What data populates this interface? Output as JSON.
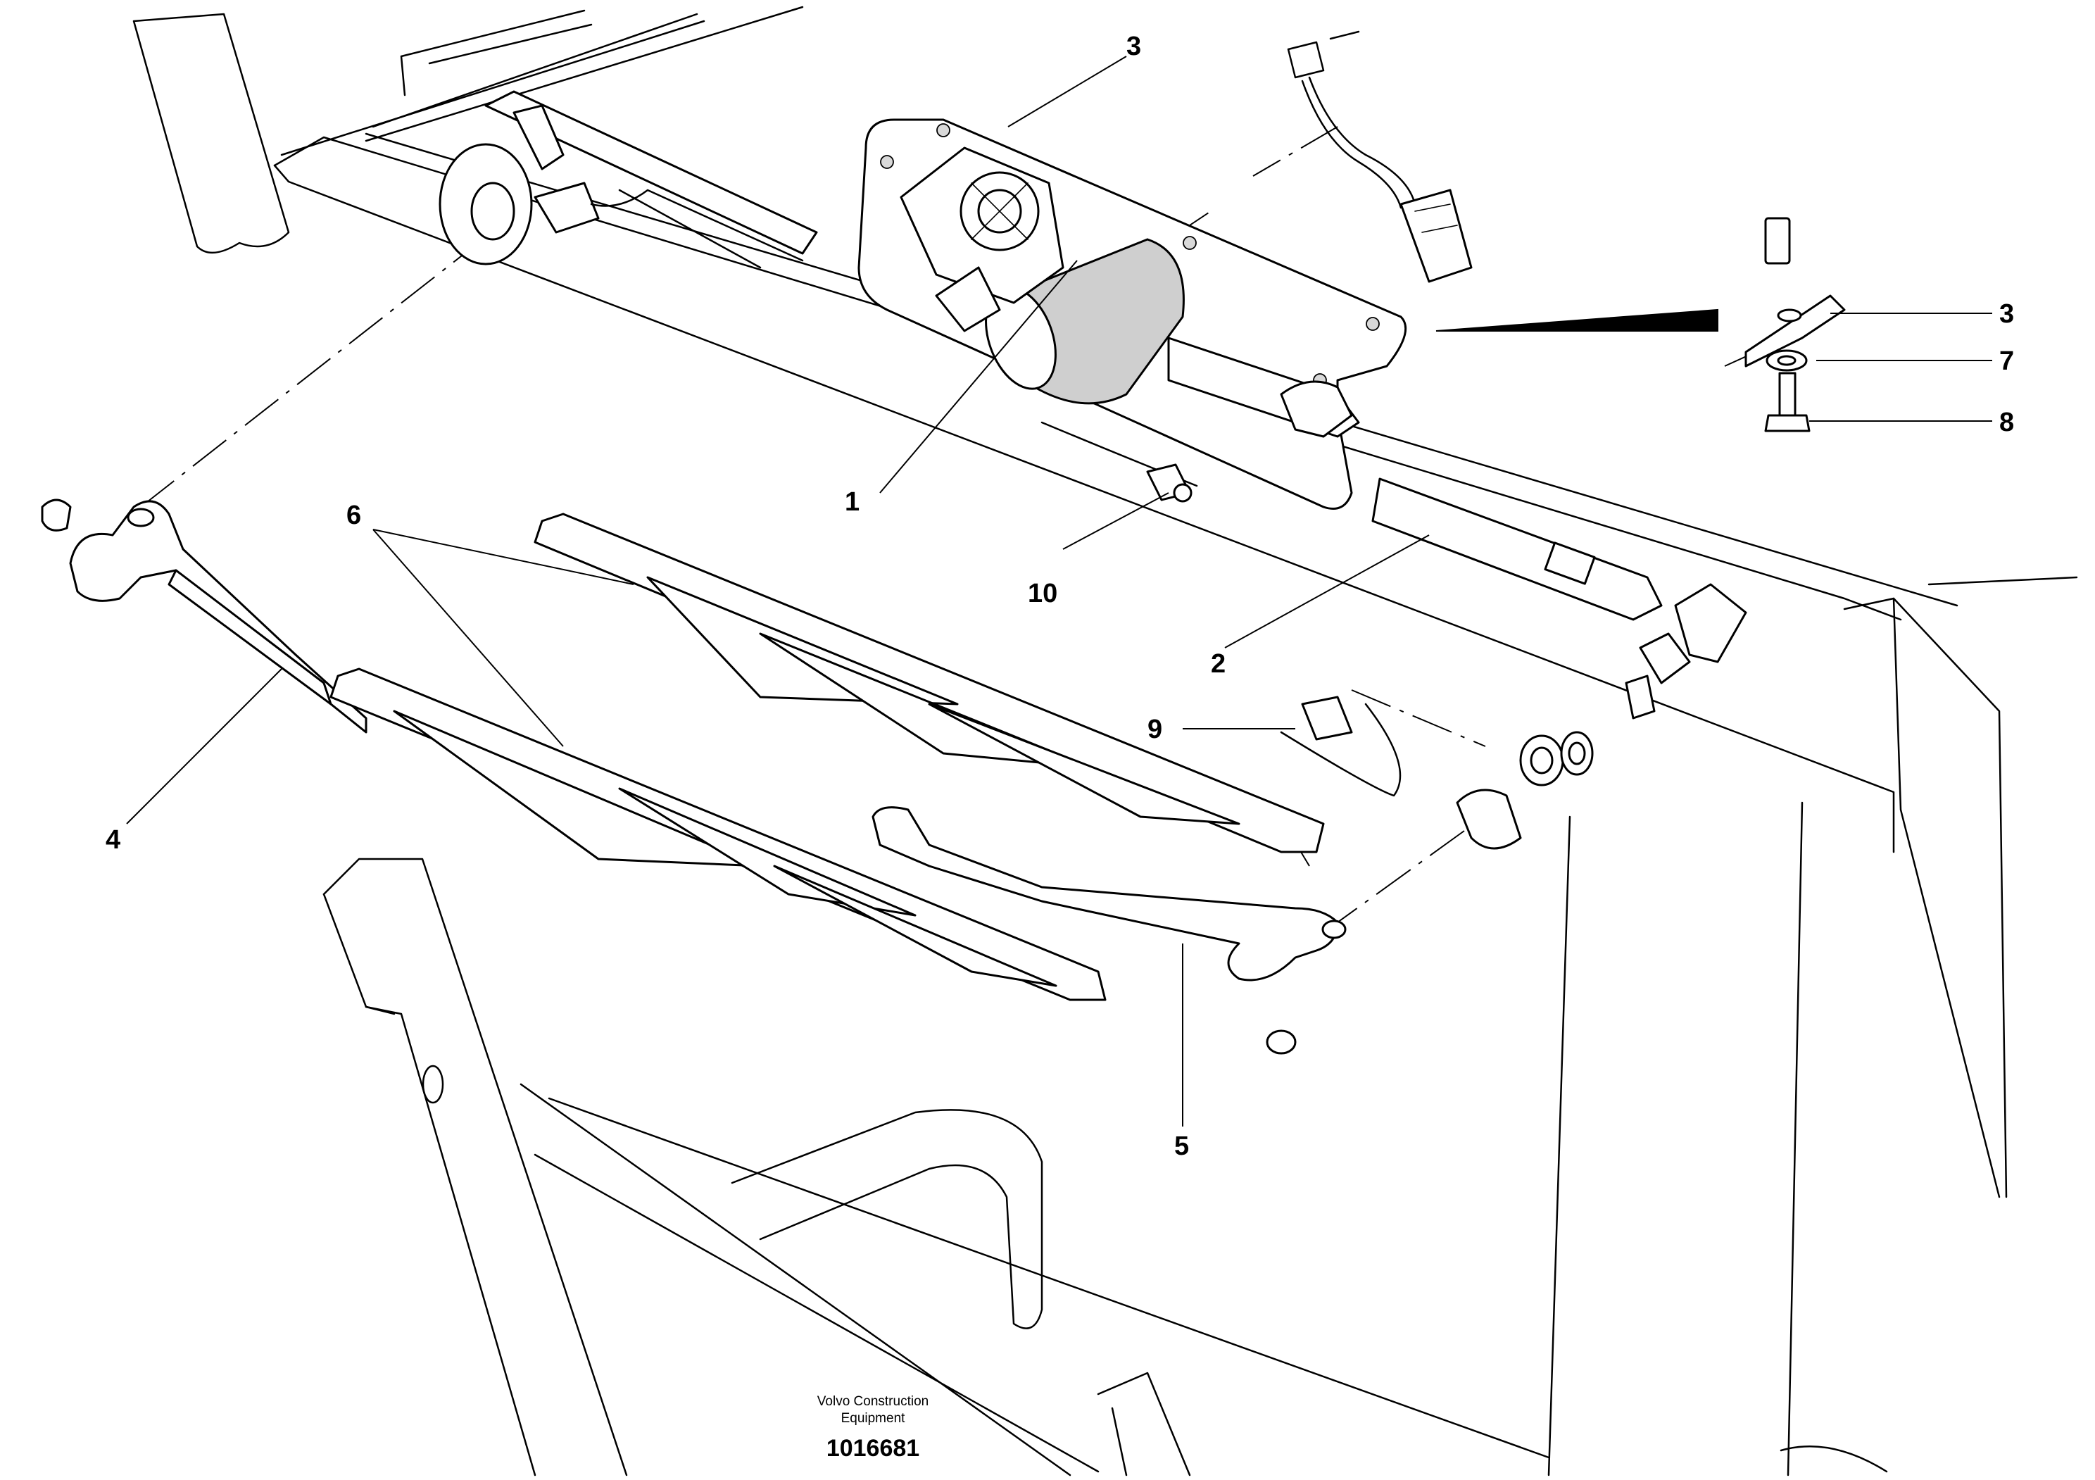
{
  "callouts": {
    "c1": "1",
    "c2": "2",
    "c3a": "3",
    "c3b": "3",
    "c4": "4",
    "c5": "5",
    "c6": "6",
    "c7": "7",
    "c8": "8",
    "c9": "9",
    "c10": "10"
  },
  "caption": {
    "company_line1": "Volvo Construction",
    "company_line2": "Equipment",
    "drawing_number": "1016681"
  }
}
